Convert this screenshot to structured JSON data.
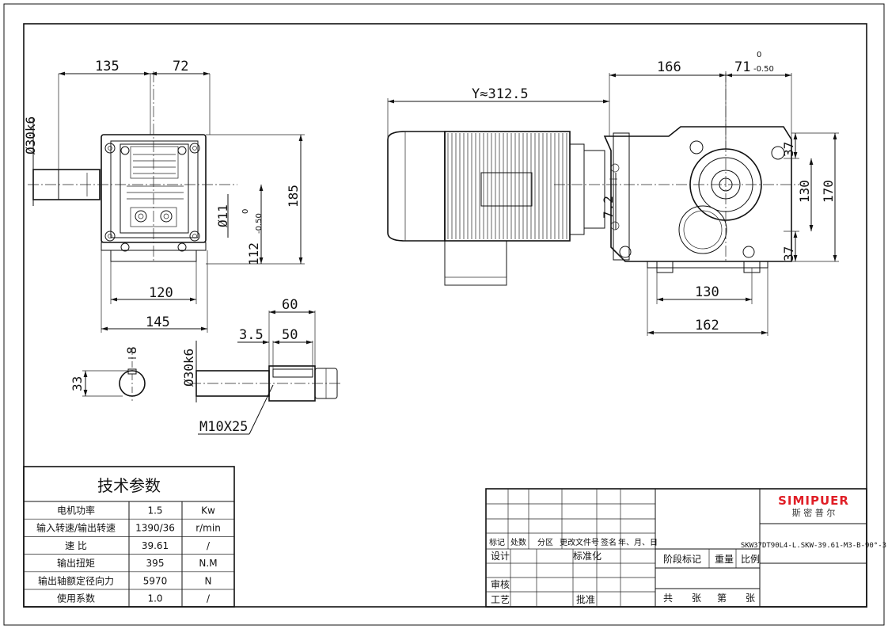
{
  "dims": {
    "d135": "135",
    "d72": "72",
    "d166": "166",
    "d71": "71",
    "d71_upper": "0",
    "d71_lower": "-0.50",
    "dY": "Y≈312.5",
    "d30k6_top": "Ø30k6",
    "d185": "185",
    "d11": "Ø11",
    "d112": "112",
    "d112_upper": "0",
    "d112_lower": "-0.50",
    "d120": "120",
    "d145": "145",
    "d8": "8",
    "d33": "33",
    "d30k6_shaft": "Ø30k6",
    "d60": "60",
    "d3_5": "3.5",
    "d50": "50",
    "dM10": "M10X25",
    "d37_top": "37",
    "d130_v": "130",
    "d170": "170",
    "d37_bot": "37",
    "d7_2": "7.2",
    "d130_h": "130",
    "d162": "162"
  },
  "tech": {
    "title": "技术参数",
    "rows": [
      {
        "label": "电机功率",
        "value": "1.5",
        "unit": "Kw"
      },
      {
        "label": "输入转速/输出转速",
        "value": "1390/36",
        "unit": "r/min"
      },
      {
        "label": "速  比",
        "value": "39.61",
        "unit": "/"
      },
      {
        "label": "输出扭矩",
        "value": "395",
        "unit": "N.M"
      },
      {
        "label": "输出轴额定径向力",
        "value": "5970",
        "unit": "N"
      },
      {
        "label": "使用系数",
        "value": "1.0",
        "unit": "/"
      }
    ]
  },
  "titleblock": {
    "col_headers": [
      "标记",
      "处数",
      "分区",
      "更改文件号",
      "签名",
      "年、月、日"
    ],
    "row_design": "设计",
    "row_standard": "标准化",
    "row_review": "审核",
    "row_process": "工艺",
    "row_approve": "批准",
    "stage_mark": "阶段标记",
    "weight": "重量",
    "scale": "比例",
    "total": "共",
    "sheets": "张",
    "sheet_no": "第",
    "sheet_unit": "张",
    "brand": "SIMIPUER",
    "brand_cn": "斯 密 普 尔",
    "model": "SKW37DT90L4-L.SKW-39.61-M3-B-90°-3"
  },
  "colors": {
    "brand": "#e01e26",
    "ink": "#111111"
  }
}
